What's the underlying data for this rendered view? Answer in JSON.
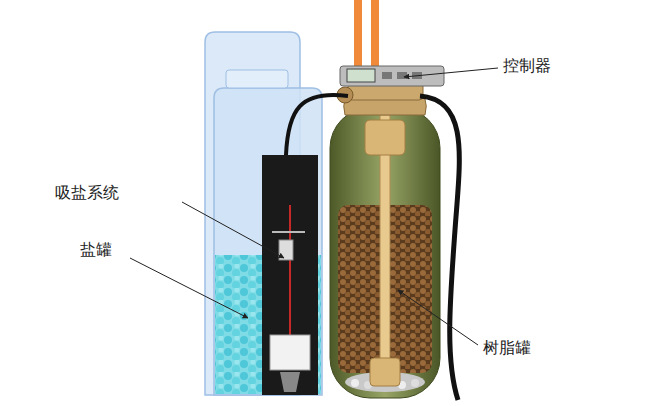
{
  "diagram": {
    "labels": [
      "控制器",
      "吸盐系统",
      "盐罐",
      "树脂罐"
    ]
  }
}
